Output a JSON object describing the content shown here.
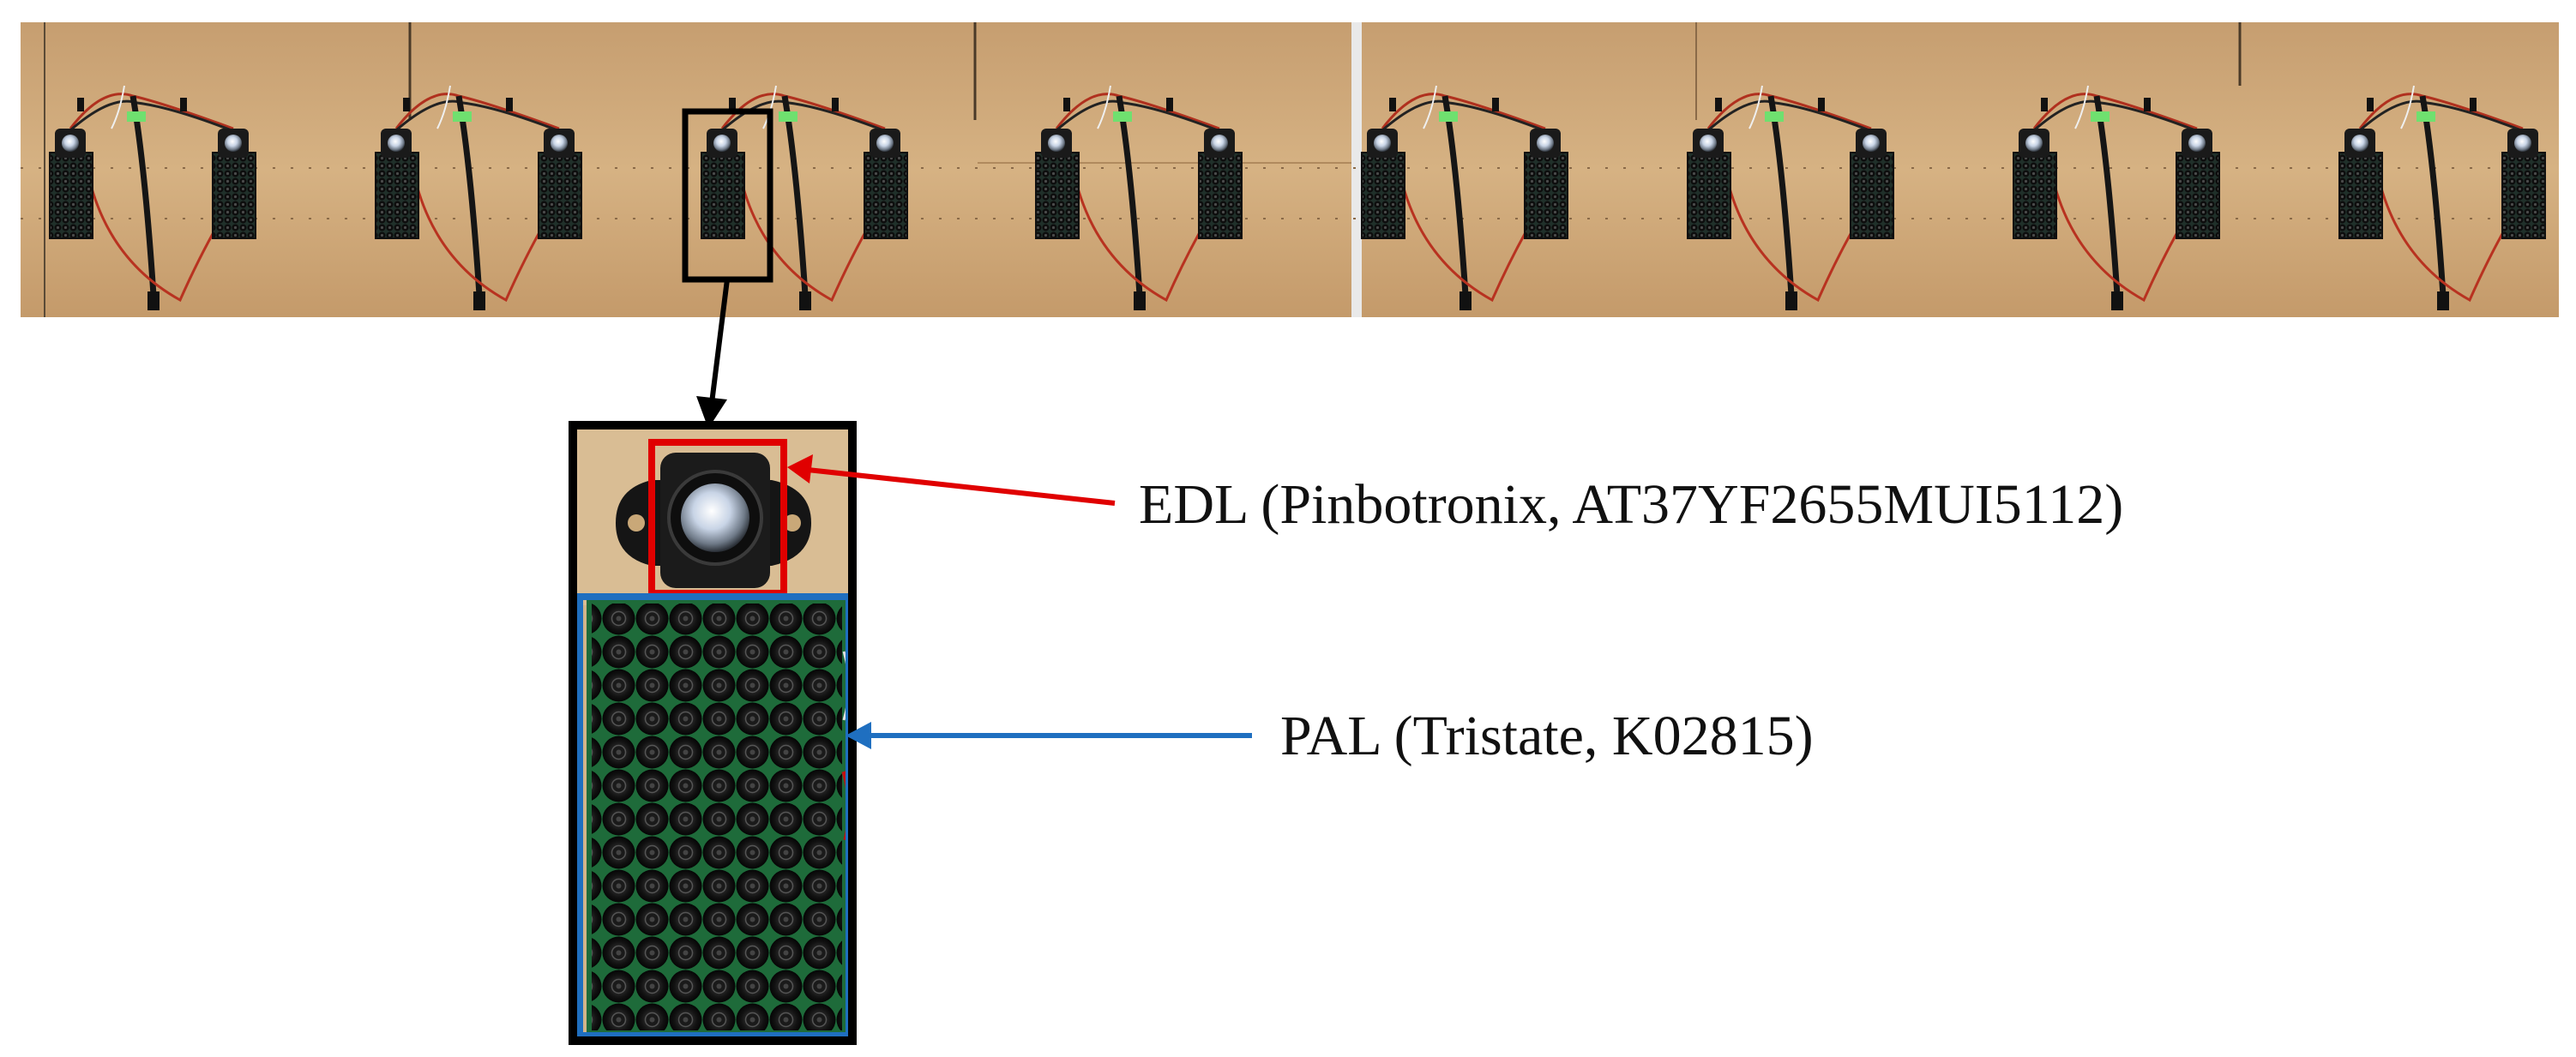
{
  "figure": {
    "labels": {
      "edl": "EDL (Pinbotronix, AT37YF2655MUI5112)",
      "pal": "PAL (Tristate, K02815)"
    },
    "colors": {
      "edl_highlight": "#e00000",
      "pal_highlight": "#1f6fc0",
      "wall": "#cfa87a",
      "board": "#1a1a1a",
      "pcb": "#1e6b3a",
      "tape": "#6fe06f"
    },
    "panels": {
      "left_unit_count": 4,
      "right_unit_count": 4
    }
  }
}
